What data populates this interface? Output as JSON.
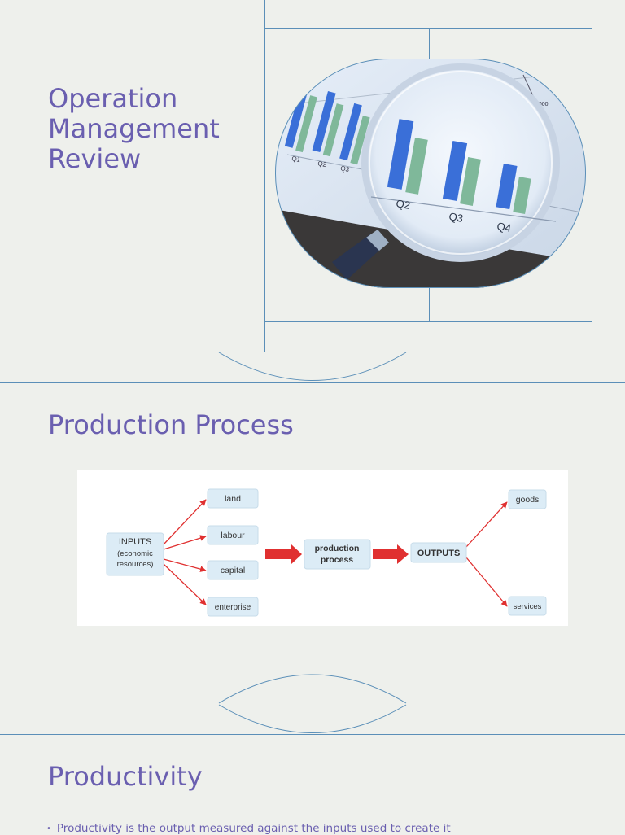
{
  "slides": [
    {
      "title_lines": [
        "Operation",
        "Management",
        "Review"
      ],
      "image": {
        "chart_small_ticks": [
          "Q1",
          "Q2",
          "Q3"
        ],
        "chart_large_ticks": [
          "Q2",
          "Q3",
          "Q4"
        ],
        "axis_value_label": "1,000"
      }
    },
    {
      "title": "Production Process",
      "diagram": {
        "inputs": "INPUTS",
        "inputs_sub1": "(economic",
        "inputs_sub2": "resources)",
        "resources": [
          "land",
          "labour",
          "capital",
          "enterprise"
        ],
        "process_line1": "production",
        "process_line2": "process",
        "outputs": "OUTPUTS",
        "products": [
          "goods",
          "services"
        ]
      }
    },
    {
      "title": "Productivity",
      "bullet": "Productivity is the output measured against the inputs used to create it"
    }
  ],
  "colors": {
    "accent": "#6a5fb0",
    "frame_line": "#5b8fb8",
    "background": "#eef0ec",
    "arrow_red": "#e03030",
    "box_fill": "#dcecf6"
  }
}
